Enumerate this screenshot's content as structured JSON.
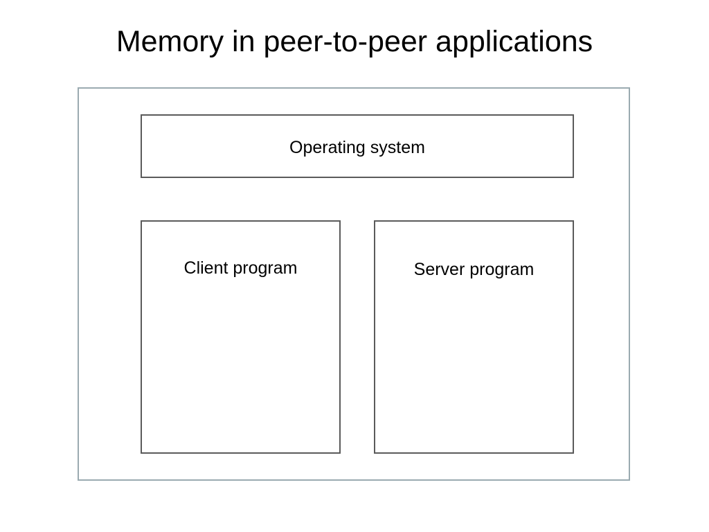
{
  "title": "Memory in peer-to-peer applications",
  "diagram": {
    "operating_system_label": "Operating system",
    "client_program_label": "Client program",
    "server_program_label": "Server program",
    "colors": {
      "outer_frame_border": "#9aaab0",
      "inner_box_border": "#5a5a5a",
      "background": "#ffffff",
      "text": "#000000"
    }
  }
}
